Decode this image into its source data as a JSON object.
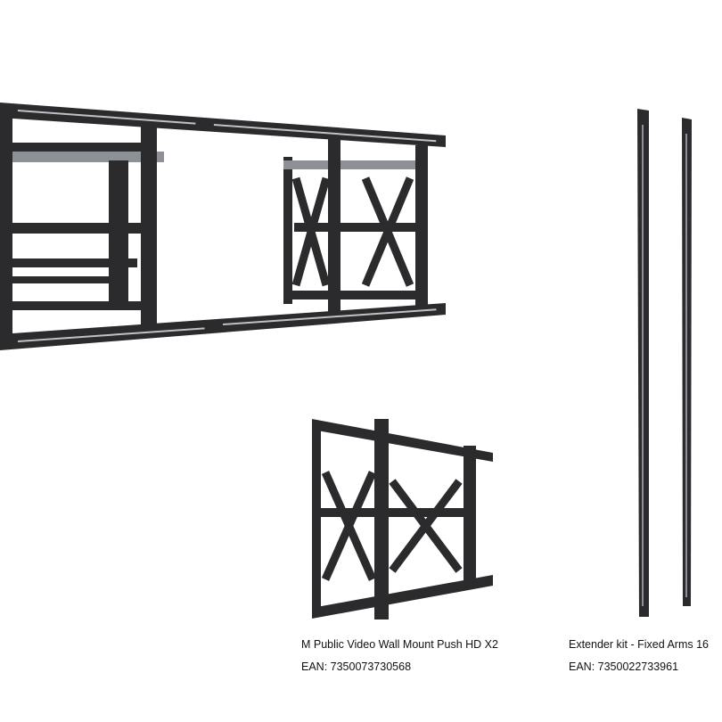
{
  "products": [
    {
      "name": "M Public Video Wall Mount Push HD X2",
      "ean": "EAN: 7350073730568"
    },
    {
      "name": "Extender kit - Fixed Arms 16",
      "ean": "EAN: 7350022733961"
    }
  ],
  "colors": {
    "metal": "#2b2b2d",
    "metal_highlight": "#55575b",
    "background": "#ffffff"
  }
}
